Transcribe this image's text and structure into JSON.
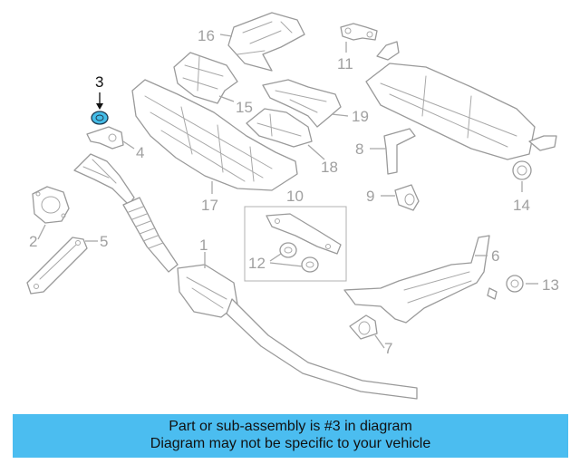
{
  "highlight_color": "#44bde8",
  "banner_color": "#4bbdf0",
  "callouts": {
    "p1": "1",
    "p2": "2",
    "p3": "3",
    "p4": "4",
    "p5": "5",
    "p6": "6",
    "p7": "7",
    "p8": "8",
    "p9": "9",
    "p10": "10",
    "p11": "11",
    "p12": "12",
    "p13": "13",
    "p14": "14",
    "p15": "15",
    "p16": "16",
    "p17": "17",
    "p18": "18",
    "p19": "19"
  },
  "footer": {
    "line1": "Part or sub-assembly is #3 in diagram",
    "line2": "Diagram may not be specific to your vehicle"
  }
}
